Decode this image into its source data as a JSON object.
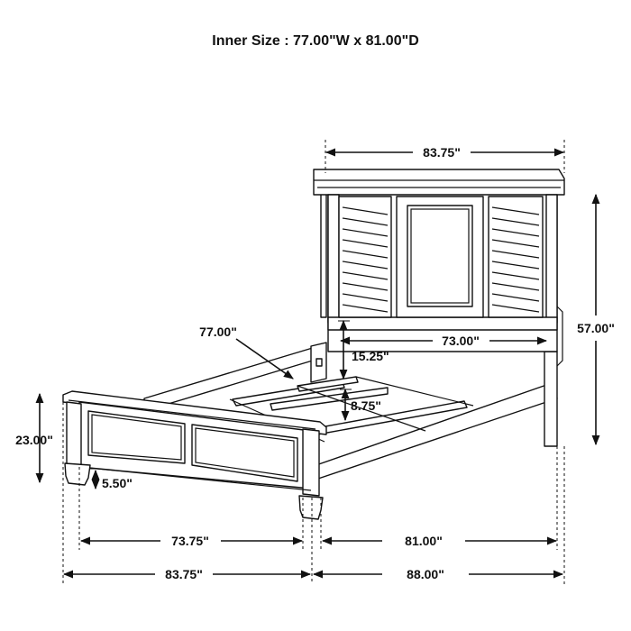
{
  "title": "Inner Size : 77.00\"W x 81.00\"D",
  "dimensions": {
    "headboard_width": "83.75\"",
    "headboard_height": "57.00\"",
    "inner_width": "77.00\"",
    "headboard_inner_width": "73.00\"",
    "panel_height": "15.25\"",
    "slat_clearance": "8.75\"",
    "footboard_height": "23.00\"",
    "leg_height": "5.50\"",
    "footboard_inner_width": "73.75\"",
    "footboard_width": "83.75\"",
    "inner_depth": "81.00\"",
    "overall_depth": "88.00\""
  }
}
